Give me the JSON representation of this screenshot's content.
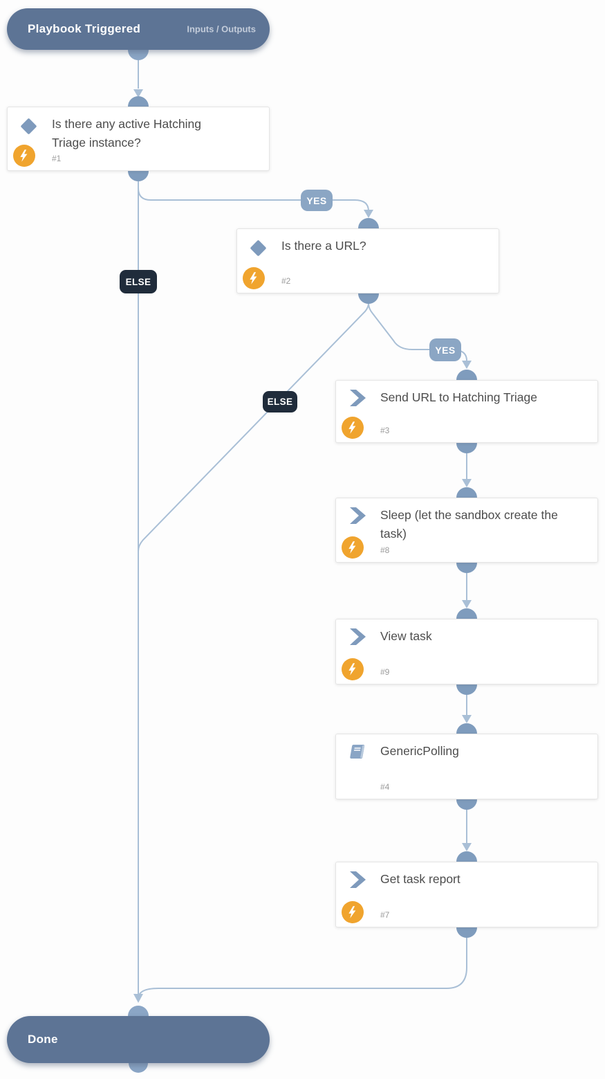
{
  "header": {
    "title": "Playbook Triggered",
    "inputs_outputs_label": "Inputs / Outputs"
  },
  "terminator": {
    "title": "Done"
  },
  "branches": {
    "yes1": "YES",
    "else1": "ELSE",
    "yes2": "YES",
    "else2": "ELSE"
  },
  "nodes": [
    {
      "id": "#1",
      "title": "Is there any active Hatching Triage instance?",
      "type": "condition",
      "icon": "diamond-icon",
      "automation_badge": true
    },
    {
      "id": "#2",
      "title": "Is there a URL?",
      "type": "condition",
      "icon": "diamond-icon",
      "automation_badge": true
    },
    {
      "id": "#3",
      "title": "Send URL to Hatching Triage",
      "type": "task",
      "icon": "chevron-icon",
      "automation_badge": true
    },
    {
      "id": "#8",
      "title": "Sleep (let the sandbox create the task)",
      "type": "task",
      "icon": "chevron-icon",
      "automation_badge": true
    },
    {
      "id": "#9",
      "title": "View task",
      "type": "task",
      "icon": "chevron-icon",
      "automation_badge": true
    },
    {
      "id": "#4",
      "title": "GenericPolling",
      "type": "sub-playbook",
      "icon": "playbook-book-icon",
      "automation_badge": false
    },
    {
      "id": "#7",
      "title": "Get task report",
      "type": "task",
      "icon": "chevron-icon",
      "automation_badge": true
    }
  ],
  "edges": [
    {
      "from": "playbook-triggered",
      "to": "#1",
      "label": ""
    },
    {
      "from": "#1",
      "to": "#2",
      "label": "YES"
    },
    {
      "from": "#1",
      "to": "done",
      "label": "ELSE"
    },
    {
      "from": "#2",
      "to": "#3",
      "label": "YES"
    },
    {
      "from": "#2",
      "to": "done",
      "label": "ELSE"
    },
    {
      "from": "#3",
      "to": "#8",
      "label": ""
    },
    {
      "from": "#8",
      "to": "#9",
      "label": ""
    },
    {
      "from": "#9",
      "to": "#4",
      "label": ""
    },
    {
      "from": "#4",
      "to": "#7",
      "label": ""
    },
    {
      "from": "#7",
      "to": "done",
      "label": ""
    }
  ],
  "colors": {
    "terminator_bg": "#5d7495",
    "edge_line": "#a9bfd6",
    "connector": "#7f9cbd",
    "terminator_connector": "#8ba6c6",
    "yes_pill_bg": "#8ba6c4",
    "else_pill_bg": "#202c3b",
    "automation_badge_bg": "#f0a42e",
    "icon_blue": "#7e9abc",
    "title_text": "#4d4d4d",
    "number_text": "#9b9b9b"
  }
}
